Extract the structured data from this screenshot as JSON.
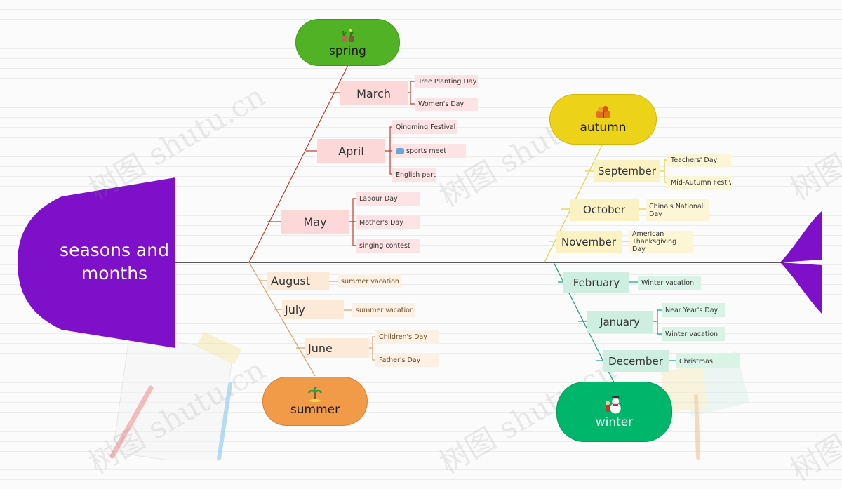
{
  "title": "seasons and months",
  "watermark": "树图 shutu.cn",
  "colors": {
    "head": "#7e10c9",
    "spring": "#52b226",
    "summer": "#f19a48",
    "autumn": "#ecd219",
    "winter": "#00b66a",
    "spring_line": "#c0392b",
    "summer_line": "#d9a066",
    "autumn_line": "#e5d23b",
    "winter_line": "#13a37a",
    "spine": "#222222"
  },
  "seasons": {
    "spring": {
      "label": "spring",
      "icon": "plant-pots-icon",
      "months": [
        {
          "name": "March",
          "events": [
            "Tree Planting Day",
            "Women's Day"
          ]
        },
        {
          "name": "April",
          "events": [
            "Qingming Festival",
            "sports meet",
            "English party"
          ]
        },
        {
          "name": "May",
          "events": [
            "Labour Day",
            "Mother's Day",
            "singing contest"
          ]
        }
      ]
    },
    "summer": {
      "label": "summer",
      "icon": "palm-tree-icon",
      "months": [
        {
          "name": "August",
          "events": [
            "summer vacation"
          ]
        },
        {
          "name": "July",
          "events": [
            "summer vacation"
          ]
        },
        {
          "name": "June",
          "events": [
            "Children's Day",
            "Father's Day"
          ]
        }
      ]
    },
    "autumn": {
      "label": "autumn",
      "icon": "autumn-tree-icon",
      "months": [
        {
          "name": "September",
          "events": [
            "Teachers' Day",
            "Mid-Autumn Festival"
          ]
        },
        {
          "name": "October",
          "events": [
            "China's National Day"
          ]
        },
        {
          "name": "November",
          "events": [
            "American Thanksgiving Day"
          ]
        }
      ]
    },
    "winter": {
      "label": "winter",
      "icon": "snowman-icon",
      "months": [
        {
          "name": "February",
          "events": [
            "Winter vacation"
          ]
        },
        {
          "name": "January",
          "events": [
            "Near Year's Day",
            "Winter vacation"
          ]
        },
        {
          "name": "December",
          "events": [
            "Christmas"
          ]
        }
      ]
    }
  }
}
